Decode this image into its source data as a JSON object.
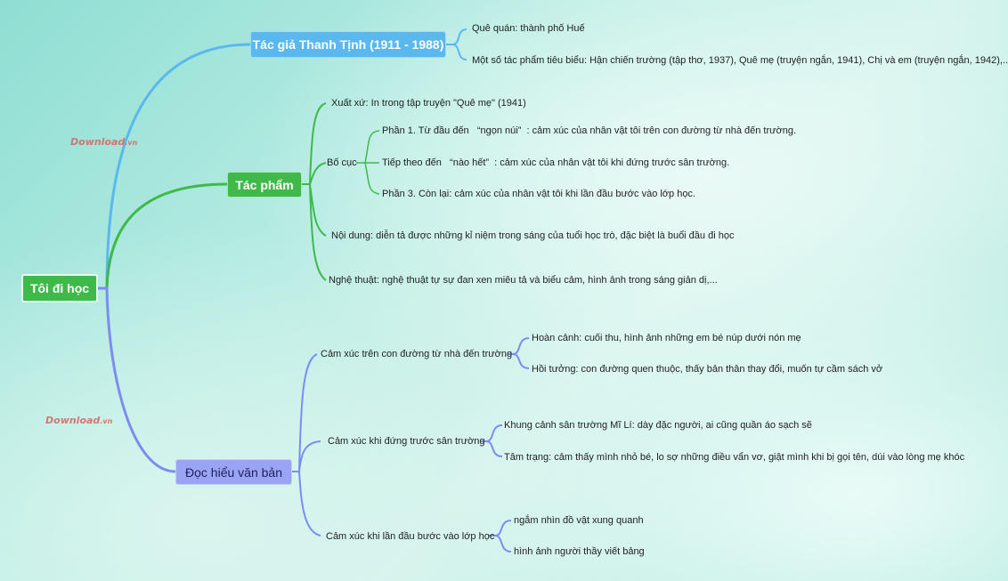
{
  "root": "Tôi đi học",
  "author": {
    "title": "Tác giả Thanh Tịnh (1911 - 1988)",
    "hometown": "Quê quán: thành phố Huế",
    "works": "Một số tác phẩm tiêu biểu: Hận chiến trường (tập thơ, 1937), Quê mẹ (truyện ngắn, 1941), Chị và em (truyện ngắn, 1942),..."
  },
  "work": {
    "title": "Tác phẩm",
    "origin": "Xuất xứ: In trong tập truyện \"Quê mẹ\" (1941)",
    "structure_label": "Bố cục",
    "parts": [
      "Phần 1. Từ đầu đến   “ngọn núi”  : cảm xúc của nhân vật tôi trên con đường từ nhà đến trường.",
      "Tiếp theo đến   “nào hết”  : cảm xúc của nhân vật tôi khi đứng trước sân trường.",
      "Phần 3. Còn lại: cảm xúc của nhân vật tôi khi lần đầu bước vào lớp học."
    ],
    "content": "Nội dung: diễn tả được những kỉ niệm trong sáng của tuổi học trò, đặc biệt là buổi đầu đi học",
    "art": "Nghệ thuật: nghệ thuật tự sự đan xen miêu tả và biểu cảm, hình ảnh trong sáng giản dị,..."
  },
  "reading": {
    "title": "Đọc hiểu văn bản",
    "road": {
      "label": "Cảm xúc trên con đường từ nhà đến trường",
      "items": [
        "Hoàn cảnh: cuối thu, hình ảnh những em bé núp dưới nón mẹ",
        "Hồi tưởng: con đường quen thuộc, thấy bản thân thay đổi, muốn tự cầm sách vở"
      ]
    },
    "yard": {
      "label": "Cảm xúc khi đứng trước sân trường",
      "items": [
        "Khung cảnh sân trường Mĩ Lí: dày đặc người, ai cũng quần áo sạch sẽ",
        "Tâm trạng: cảm thấy mình nhỏ bé, lo sợ những điều vẩn vơ, giật mình khi bị gọi tên, dúi vào lòng mẹ khóc"
      ]
    },
    "class": {
      "label": "Cảm xúc khi lần đầu bước vào lớp học",
      "items": [
        "ngắm nhìn đồ vật xung quanh",
        "hình ảnh người thầy viết bảng"
      ]
    }
  },
  "watermark": {
    "brand": "Download",
    "tld": ".vn"
  },
  "colors": {
    "blue": "#5bb8ee",
    "green": "#3fb94a",
    "purple": "#7d8cf3"
  }
}
